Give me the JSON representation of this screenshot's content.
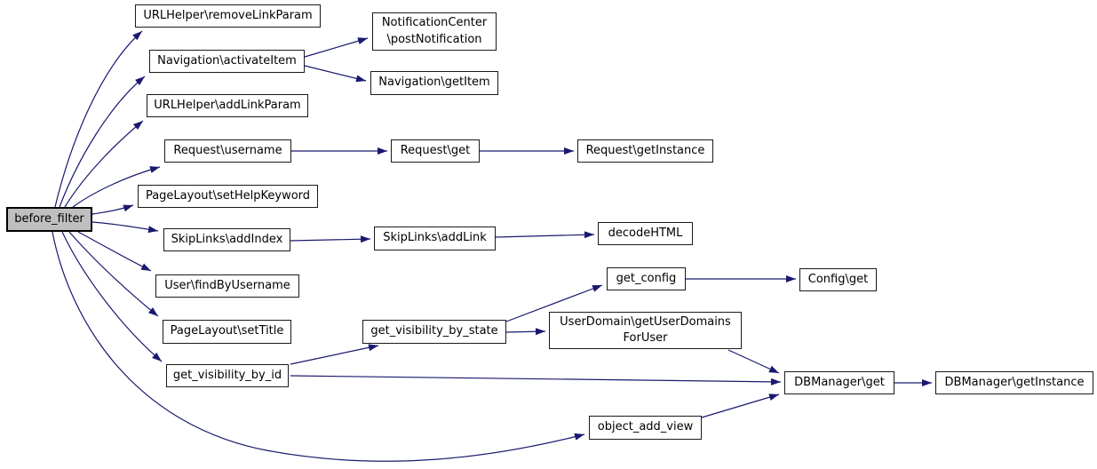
{
  "diagram": {
    "type": "call-graph",
    "root": "before_filter",
    "colors": {
      "edge": "#191970",
      "node_fill": "#ffffff",
      "node_border": "#1a1a1a",
      "root_fill": "#bfbfbf",
      "background": "#ffffff"
    },
    "nodes": [
      {
        "id": "before_filter",
        "label": "before_filter",
        "highlighted": true
      },
      {
        "id": "URLHelper\\removeLinkParam",
        "label": "URLHelper\\removeLinkParam"
      },
      {
        "id": "Navigation\\activateItem",
        "label": "Navigation\\activateItem"
      },
      {
        "id": "NotificationCenter\\postNotification",
        "label": "NotificationCenter\n\\postNotification"
      },
      {
        "id": "Navigation\\getItem",
        "label": "Navigation\\getItem"
      },
      {
        "id": "URLHelper\\addLinkParam",
        "label": "URLHelper\\addLinkParam"
      },
      {
        "id": "Request\\username",
        "label": "Request\\username"
      },
      {
        "id": "Request\\get",
        "label": "Request\\get"
      },
      {
        "id": "Request\\getInstance",
        "label": "Request\\getInstance"
      },
      {
        "id": "PageLayout\\setHelpKeyword",
        "label": "PageLayout\\setHelpKeyword"
      },
      {
        "id": "SkipLinks\\addIndex",
        "label": "SkipLinks\\addIndex"
      },
      {
        "id": "SkipLinks\\addLink",
        "label": "SkipLinks\\addLink"
      },
      {
        "id": "decodeHTML",
        "label": "decodeHTML"
      },
      {
        "id": "User\\findByUsername",
        "label": "User\\findByUsername"
      },
      {
        "id": "PageLayout\\setTitle",
        "label": "PageLayout\\setTitle"
      },
      {
        "id": "get_visibility_by_id",
        "label": "get_visibility_by_id"
      },
      {
        "id": "get_visibility_by_state",
        "label": "get_visibility_by_state"
      },
      {
        "id": "get_config",
        "label": "get_config"
      },
      {
        "id": "Config\\get",
        "label": "Config\\get"
      },
      {
        "id": "UserDomain\\getUserDomainsForUser",
        "label": "UserDomain\\getUserDomains\nForUser"
      },
      {
        "id": "DBManager\\get",
        "label": "DBManager\\get"
      },
      {
        "id": "DBManager\\getInstance",
        "label": "DBManager\\getInstance"
      },
      {
        "id": "object_add_view",
        "label": "object_add_view"
      }
    ],
    "edges": [
      {
        "from": "before_filter",
        "to": "URLHelper\\removeLinkParam"
      },
      {
        "from": "before_filter",
        "to": "Navigation\\activateItem"
      },
      {
        "from": "before_filter",
        "to": "URLHelper\\addLinkParam"
      },
      {
        "from": "before_filter",
        "to": "Request\\username"
      },
      {
        "from": "before_filter",
        "to": "PageLayout\\setHelpKeyword"
      },
      {
        "from": "before_filter",
        "to": "SkipLinks\\addIndex"
      },
      {
        "from": "before_filter",
        "to": "User\\findByUsername"
      },
      {
        "from": "before_filter",
        "to": "PageLayout\\setTitle"
      },
      {
        "from": "before_filter",
        "to": "get_visibility_by_id"
      },
      {
        "from": "before_filter",
        "to": "object_add_view"
      },
      {
        "from": "Navigation\\activateItem",
        "to": "NotificationCenter\\postNotification"
      },
      {
        "from": "Navigation\\activateItem",
        "to": "Navigation\\getItem"
      },
      {
        "from": "Request\\username",
        "to": "Request\\get"
      },
      {
        "from": "Request\\get",
        "to": "Request\\getInstance"
      },
      {
        "from": "SkipLinks\\addIndex",
        "to": "SkipLinks\\addLink"
      },
      {
        "from": "SkipLinks\\addLink",
        "to": "decodeHTML"
      },
      {
        "from": "get_visibility_by_id",
        "to": "get_visibility_by_state"
      },
      {
        "from": "get_visibility_by_id",
        "to": "DBManager\\get"
      },
      {
        "from": "get_visibility_by_state",
        "to": "get_config"
      },
      {
        "from": "get_visibility_by_state",
        "to": "UserDomain\\getUserDomainsForUser"
      },
      {
        "from": "get_config",
        "to": "Config\\get"
      },
      {
        "from": "UserDomain\\getUserDomainsForUser",
        "to": "DBManager\\get"
      },
      {
        "from": "object_add_view",
        "to": "DBManager\\get"
      },
      {
        "from": "DBManager\\get",
        "to": "DBManager\\getInstance"
      }
    ]
  }
}
